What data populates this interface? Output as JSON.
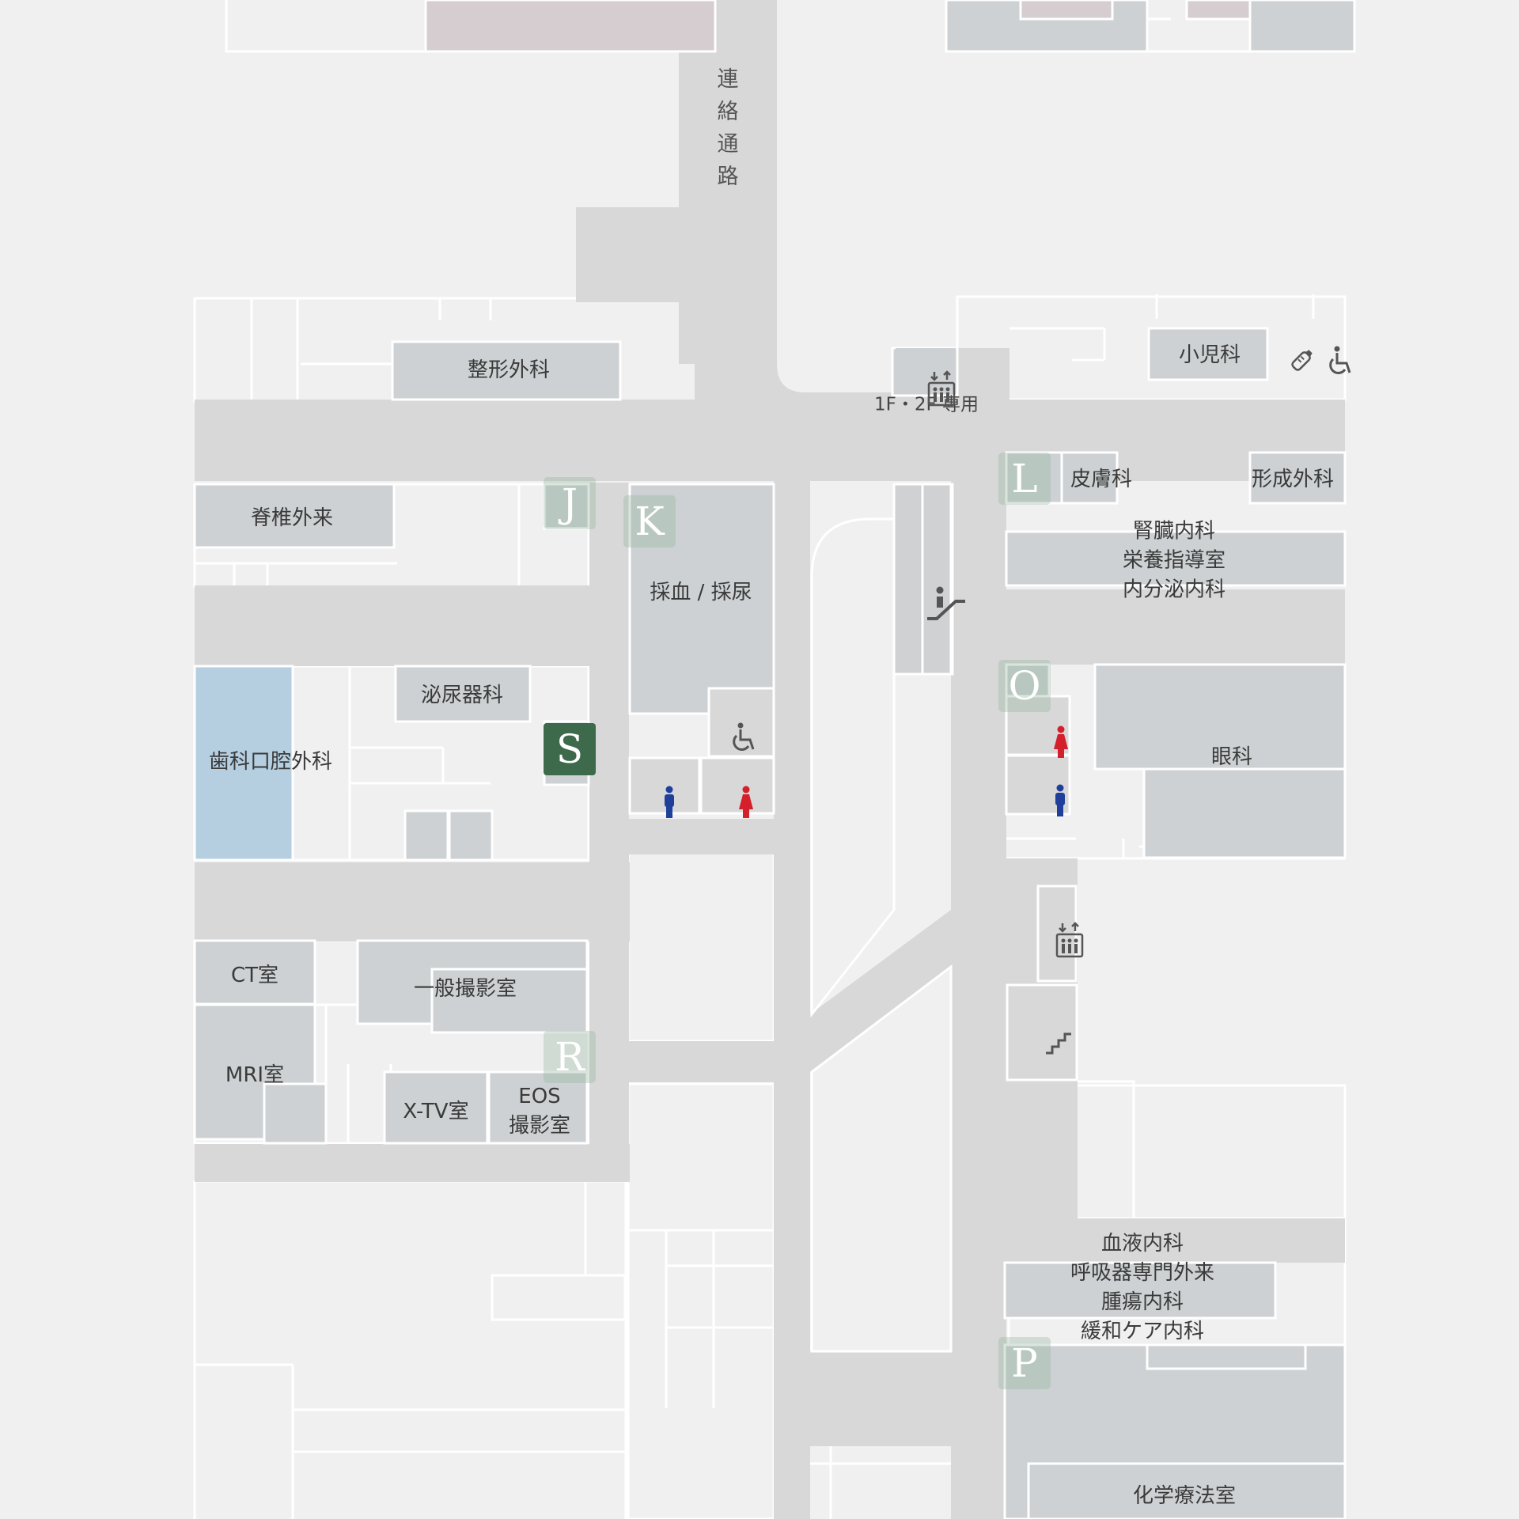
{
  "colors": {
    "background": "#f0f0f0",
    "corridor": "#d8d8d8",
    "room": "#cdd1d3",
    "room_outline": "#ffffff",
    "highlight_room": "#b5cfe1",
    "current_badge": "#3d6a4b",
    "zone_badge": "#a9c3b1",
    "male_icon": "#1f3f9b",
    "female_icon": "#d3202a",
    "facility_icon": "#555555"
  },
  "connector_label": [
    "連",
    "絡",
    "通",
    "路"
  ],
  "elevator_note": "1F・2F 専用",
  "zones": {
    "J": "J",
    "K": "K",
    "L": "L",
    "O": "O",
    "R": "R",
    "P": "P",
    "S": "S"
  },
  "departments": {
    "orthopedics": "整形外科",
    "spine": "脊椎外来",
    "blood_urine": "採血 / 採尿",
    "urology": "泌尿器科",
    "dental": "歯科口腔外科",
    "ct": "CT室",
    "general_xray": "一般撮影室",
    "mri": "MRI室",
    "xtv": "X-TV室",
    "eos_1": "EOS",
    "eos_2": "撮影室",
    "pediatrics": "小児科",
    "dermatology": "皮膚科",
    "plastic": "形成外科",
    "nephrology": "腎臓内科",
    "nutrition": "栄養指導室",
    "endocrinology": "内分泌内科",
    "ophthalmology": "眼科",
    "hematology": "血液内科",
    "respiratory": "呼吸器専門外来",
    "oncology": "腫瘍内科",
    "palliative": "緩和ケア内科",
    "chemotherapy": "化学療法室"
  },
  "icons": [
    "elevator-icon",
    "escalator-icon",
    "stairs-icon",
    "wheelchair-icon",
    "male-restroom-icon",
    "female-restroom-icon",
    "baby-bottle-icon"
  ]
}
